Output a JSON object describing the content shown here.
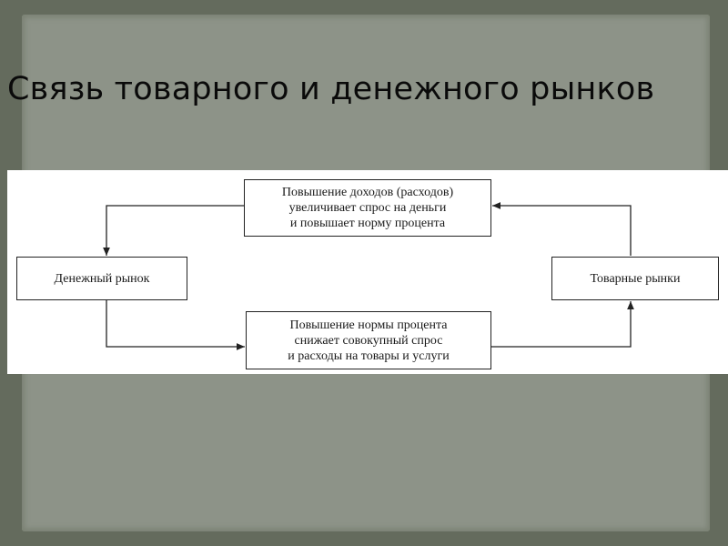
{
  "title": "Связь товарного и денежного рынков",
  "diagram": {
    "top_box": "Повышение доходов (расходов)\nувеличивает спрос на деньги\nи повышает норму процента",
    "left_box": "Денежный рынок",
    "right_box": "Товарные рынки",
    "bottom_box": "Повышение  нормы процента\nснижает совокупный спрос\nи расходы на товары и услуги"
  }
}
